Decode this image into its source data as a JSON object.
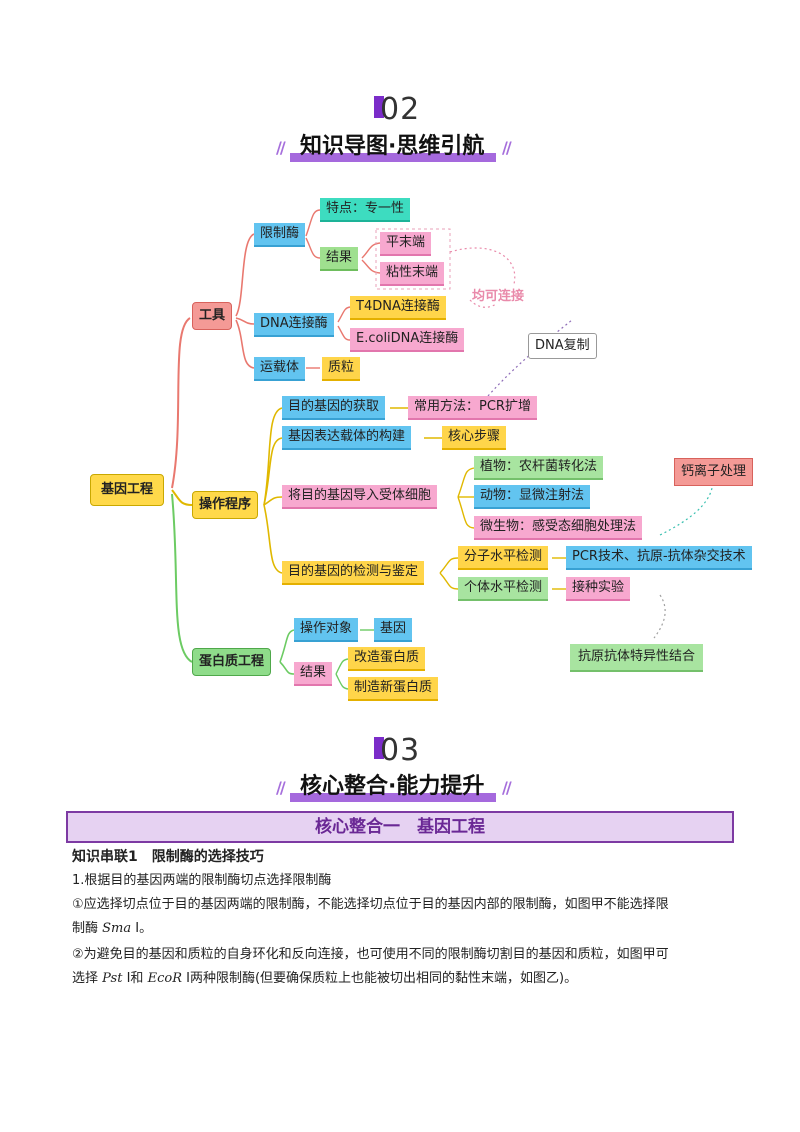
{
  "section2": {
    "number": "02",
    "title": "知识导图·思维引航"
  },
  "section3": {
    "number": "03",
    "title": "核心整合·能力提升"
  },
  "mindmap": {
    "root": "基因工程",
    "tool": "工具",
    "restriction_enzyme": "限制酶",
    "feature": "特点：专一性",
    "result": "结果",
    "blunt_end": "平末端",
    "sticky_end": "粘性末端",
    "both_connect": "均可连接",
    "dna_ligase": "DNA连接酶",
    "t4_ligase": "T4DNA连接酶",
    "ecoli_ligase": "E.coliDNA连接酶",
    "vector": "运载体",
    "plasmid": "质粒",
    "dna_replication": "DNA复制",
    "procedure": "操作程序",
    "get_gene": "目的基因的获取",
    "pcr_method": "常用方法：PCR扩增",
    "build_vector": "基因表达载体的构建",
    "core_step": "核心步骤",
    "introduce": "将目的基因导入受体细胞",
    "plant": "植物：农杆菌转化法",
    "animal": "动物：显微注射法",
    "microbe": "微生物：感受态细胞处理法",
    "calcium": "钙离子处理",
    "detect": "目的基因的检测与鉴定",
    "molecular": "分子水平检测",
    "pcr_tech": "PCR技术、抗原-抗体杂交技术",
    "individual": "个体水平检测",
    "inoculation": "接种实验",
    "antigen": "抗原抗体特异性结合",
    "protein": "蛋白质工程",
    "op_target": "操作对象",
    "gene": "基因",
    "p_result": "结果",
    "modify": "改造蛋白质",
    "make_new": "制造新蛋白质"
  },
  "core": {
    "box_title": "核心整合一　基因工程",
    "link_title": "知识串联1　限制酶的选择技巧",
    "p1": "1.根据目的基因两端的限制酶切点选择限制酶",
    "p2a": "①应选择切点位于目的基因两端的限制酶，不能选择切点位于目的基因内部的限制酶，如图甲不能选择限",
    "p2b_pre": "制酶",
    "p2b_enzyme": "Sma",
    "p2b_post": "Ⅰ。",
    "p3a": "②为避免目的基因和质粒的自身环化和反向连接，也可使用不同的限制酶切割目的基因和质粒，如图甲可",
    "p3b_pre": "选择",
    "p3b_e1": "Pst",
    "p3b_mid1": "Ⅰ和",
    "p3b_e2": "Eco",
    "p3b_e2r": "R",
    "p3b_post": "Ⅰ两种限制酶(但要确保质粒上也能被切出相同的黏性末端，如图乙)。"
  },
  "colors": {
    "accent": "#7b2cc9",
    "box_border": "#7d3aa3",
    "box_fill": "#e6d2f2"
  }
}
